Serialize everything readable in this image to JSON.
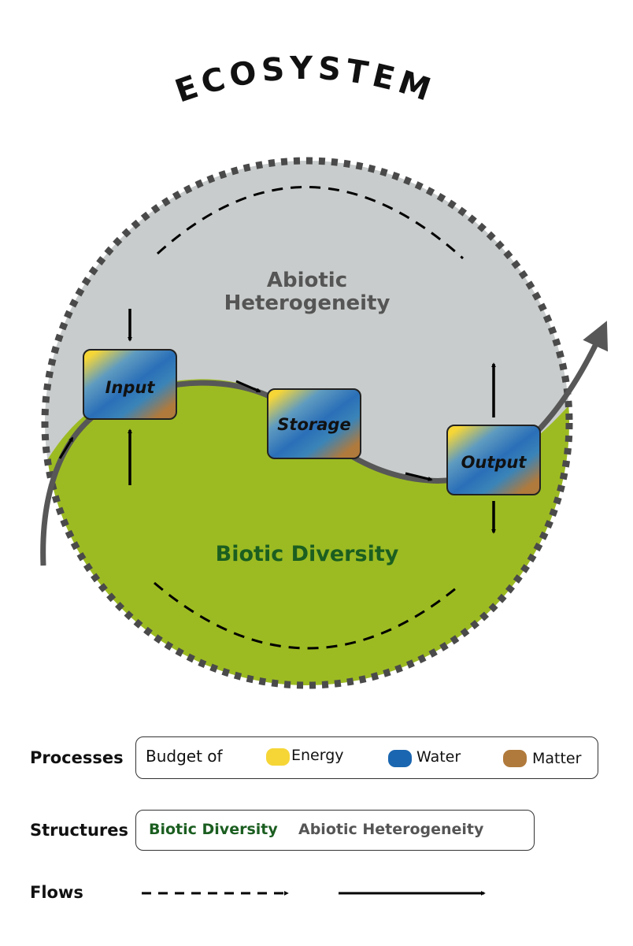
{
  "title": "ECOSYSTEM",
  "diagram": {
    "upper_label_line1": "Abiotic",
    "upper_label_line2": "Heterogeneity",
    "lower_label": "Biotic Diversity",
    "boxes": {
      "input": "Input",
      "storage": "Storage",
      "output": "Output"
    }
  },
  "legend": {
    "processes": {
      "label": "Processes",
      "prefix": "Budget of",
      "items": [
        {
          "label": "Energy",
          "color": "#f6d637"
        },
        {
          "label": "Water",
          "color": "#1a66b0"
        },
        {
          "label": "Matter",
          "color": "#b07a3c"
        }
      ]
    },
    "structures": {
      "label": "Structures",
      "biotic": "Biotic Diversity",
      "abiotic": "Abiotic Heterogeneity"
    },
    "flows": {
      "label": "Flows"
    }
  },
  "colors": {
    "abiotic_fill": "#c9cccc",
    "biotic_fill": "#9cbb22",
    "biotic_text": "#1b5e20",
    "abiotic_text": "#555555",
    "flow_line": "#575757"
  }
}
